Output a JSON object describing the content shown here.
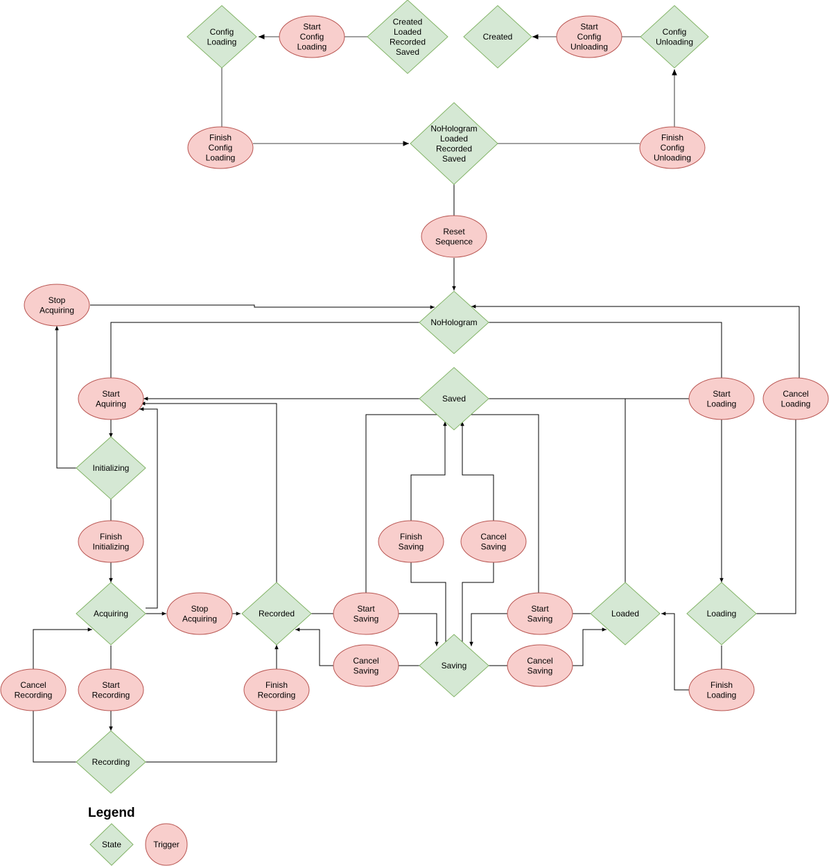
{
  "colors": {
    "state_fill": "#d5e8d4",
    "state_stroke": "#82b366",
    "trigger_fill": "#f8cecc",
    "trigger_stroke": "#b85450",
    "edge": "#000000",
    "edge_config": "#808080"
  },
  "nodes": {
    "config_loading": [
      "Config",
      "Loading"
    ],
    "start_config_loading": [
      "Start",
      "Config",
      "Loading"
    ],
    "created_loaded_recorded_saved": [
      "Created",
      "Loaded",
      "Recorded",
      "Saved"
    ],
    "created": [
      "Created"
    ],
    "start_config_unloading": [
      "Start",
      "Config",
      "Unloading"
    ],
    "config_unloading": [
      "Config",
      "Unloading"
    ],
    "finish_config_loading": [
      "Finish",
      "Config",
      "Loading"
    ],
    "nohologram_loaded_recorded_saved": [
      "NoHologram",
      "Loaded",
      "Recorded",
      "Saved"
    ],
    "finish_config_unloading": [
      "Finish",
      "Config",
      "Unloading"
    ],
    "reset_sequence": [
      "Reset",
      "Sequence"
    ],
    "stop_acquiring_top": [
      "Stop",
      "Acquiring"
    ],
    "nohologram": [
      "NoHologram"
    ],
    "start_aquiring": [
      "Start",
      "Aquiring"
    ],
    "saved": [
      "Saved"
    ],
    "start_loading": [
      "Start",
      "Loading"
    ],
    "cancel_loading": [
      "Cancel",
      "Loading"
    ],
    "initializing": [
      "Initializing"
    ],
    "finish_initializing": [
      "Finish",
      "Initializing"
    ],
    "finish_saving": [
      "Finish",
      "Saving"
    ],
    "cancel_saving_top": [
      "Cancel",
      "Saving"
    ],
    "acquiring": [
      "Acquiring"
    ],
    "stop_acquiring_mid": [
      "Stop",
      "Acquiring"
    ],
    "recorded": [
      "Recorded"
    ],
    "start_saving_left": [
      "Start",
      "Saving"
    ],
    "start_saving_right": [
      "Start",
      "Saving"
    ],
    "loaded": [
      "Loaded"
    ],
    "loading": [
      "Loading"
    ],
    "cancel_saving_left": [
      "Cancel",
      "Saving"
    ],
    "saving": [
      "Saving"
    ],
    "cancel_saving_right": [
      "Cancel",
      "Saving"
    ],
    "cancel_recording": [
      "Cancel",
      "Recording"
    ],
    "start_recording": [
      "Start",
      "Recording"
    ],
    "finish_recording": [
      "Finish",
      "Recording"
    ],
    "finish_loading": [
      "Finish",
      "Loading"
    ],
    "recording": [
      "Recording"
    ]
  },
  "legend": {
    "title": "Legend",
    "state_label": "State",
    "trigger_label": "Trigger"
  }
}
